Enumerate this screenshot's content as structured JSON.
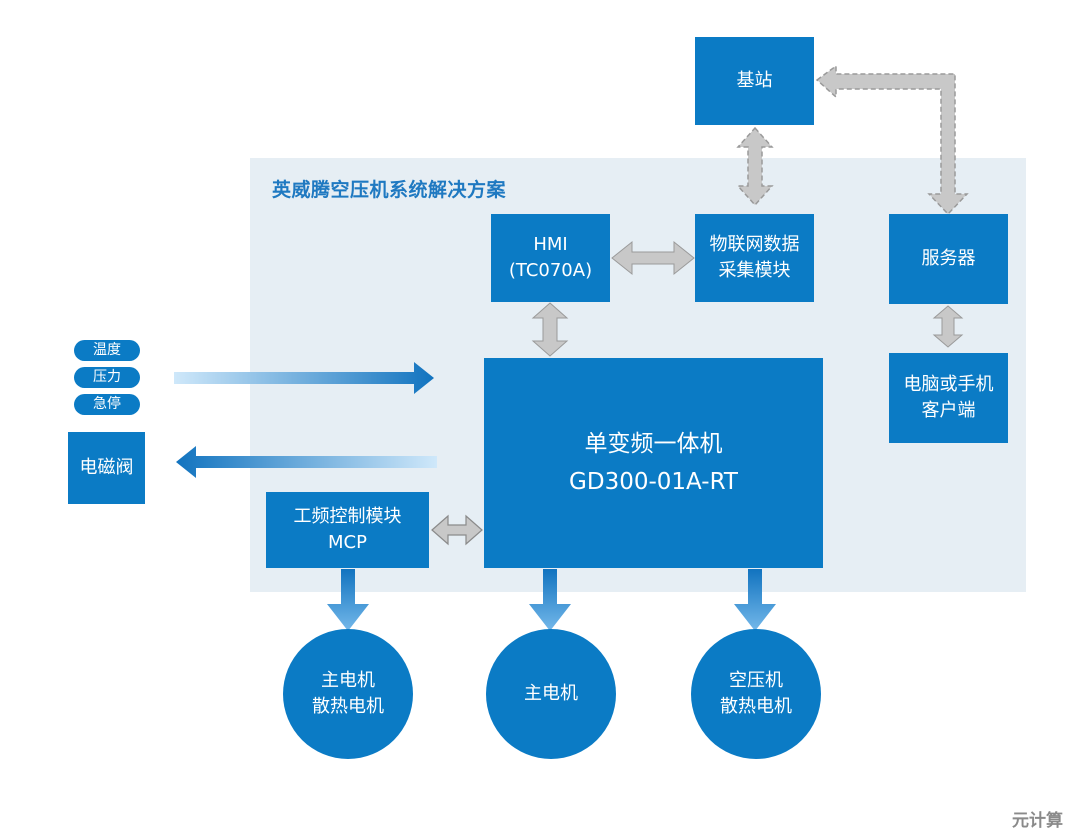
{
  "diagram": {
    "title": "英威腾空压机系统解决方案",
    "nodes": {
      "base_station": "基站",
      "hmi_line1": "HMI",
      "hmi_line2": "(TC070A)",
      "iot_line1": "物联网数据",
      "iot_line2": "采集模块",
      "server": "服务器",
      "client_line1": "电脑或手机",
      "client_line2": "客户端",
      "main_line1": "单变频一体机",
      "main_line2": "GD300-01A-RT",
      "mcp_line1": "工频控制模块",
      "mcp_line2": "MCP",
      "solenoid": "电磁阀"
    },
    "inputs": [
      "温度",
      "压力",
      "急停"
    ],
    "outputs": {
      "motor1_line1": "主电机",
      "motor1_line2": "散热电机",
      "motor2": "主电机",
      "motor3_line1": "空压机",
      "motor3_line2": "散热电机"
    },
    "colors": {
      "primary": "#0b7bc5",
      "panel": "#e6eef4",
      "connector": "#c8c8c8"
    }
  },
  "watermark": "元计算"
}
